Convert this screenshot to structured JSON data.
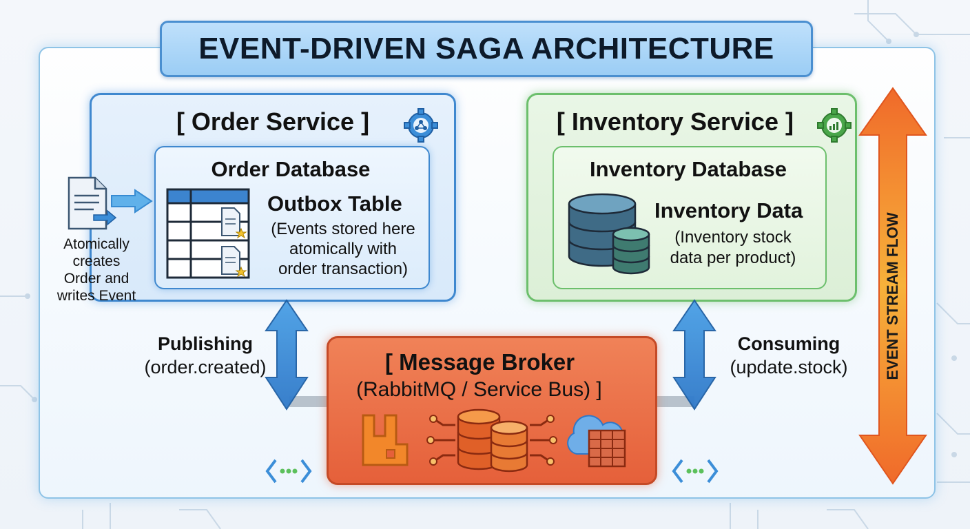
{
  "title": "EVENT-DRIVEN SAGA ARCHITECTURE",
  "order_service": {
    "title": "[ Order Service ]",
    "database_title": "Order Database",
    "table_title": "Outbox Table",
    "table_desc": [
      "(Events stored here",
      "atomically with",
      "order transaction)"
    ],
    "side_note": [
      "Atomically",
      "creates",
      "Order and",
      "writes Event"
    ]
  },
  "inventory_service": {
    "title": "[ Inventory Service ]",
    "database_title": "Inventory Database",
    "data_title": "Inventory Data",
    "data_desc": [
      "(Inventory stock",
      "data per product)"
    ]
  },
  "broker": {
    "title": "[ Message Broker",
    "subtitle": "(RabbitMQ / Service Bus) ]"
  },
  "publishing": {
    "label": "Publishing",
    "topic": "(order.created)"
  },
  "consuming": {
    "label": "Consuming",
    "topic": "(update.stock)"
  },
  "event_stream": "EVENT STREAM FLOW",
  "colors": {
    "accent_blue": "#3f88cf",
    "accent_green": "#6cbf6c",
    "broker_orange": "#e5603a",
    "stream_orange": "#f07a2a"
  },
  "icons": [
    "document-arrow-icon",
    "gear-network-icon",
    "gear-chart-icon",
    "rabbitmq-icon",
    "database-hub-icon",
    "cloud-server-icon",
    "code-brackets-icon"
  ]
}
